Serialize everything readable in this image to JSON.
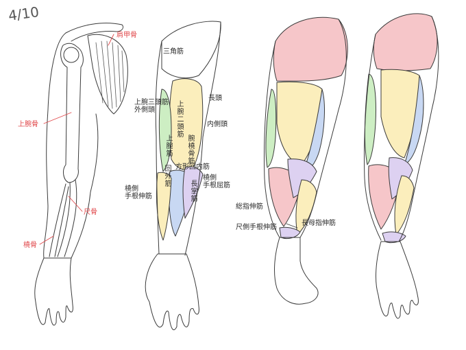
{
  "date": "4/10",
  "colors": {
    "pink": "#f6c6c9",
    "yellow": "#fbeebc",
    "green": "#cdeec3",
    "blue": "#c8d8f3",
    "purple": "#ddd1f1",
    "line": "#3a3a3a",
    "label_red": "#e0474a"
  },
  "bone_labels": {
    "scapula": "肩甲骨",
    "humerus": "上腕骨",
    "ulna": "尺骨",
    "radius": "橈骨"
  },
  "muscle_labels": {
    "deltoid": "三角筋",
    "triceps_lateral": "上腕三頭筋\n外側頭",
    "long_head": "長頭",
    "medial_head": "内側頭",
    "biceps": "上腕二頭筋",
    "brachialis": "上腕筋",
    "brachioradialis": "腕橈骨筋",
    "supinator": "回外筋",
    "pronator_quadratus": "方形回内筋",
    "ecr_left": "橈側\n手根伸筋",
    "ecr_right": "橈側\n手根屈筋",
    "palmaris_longus": "長掌筋",
    "ext_digitorum": "総指伸筋",
    "ecu": "尺側手根伸筋",
    "apl": "長母指伸筋"
  }
}
